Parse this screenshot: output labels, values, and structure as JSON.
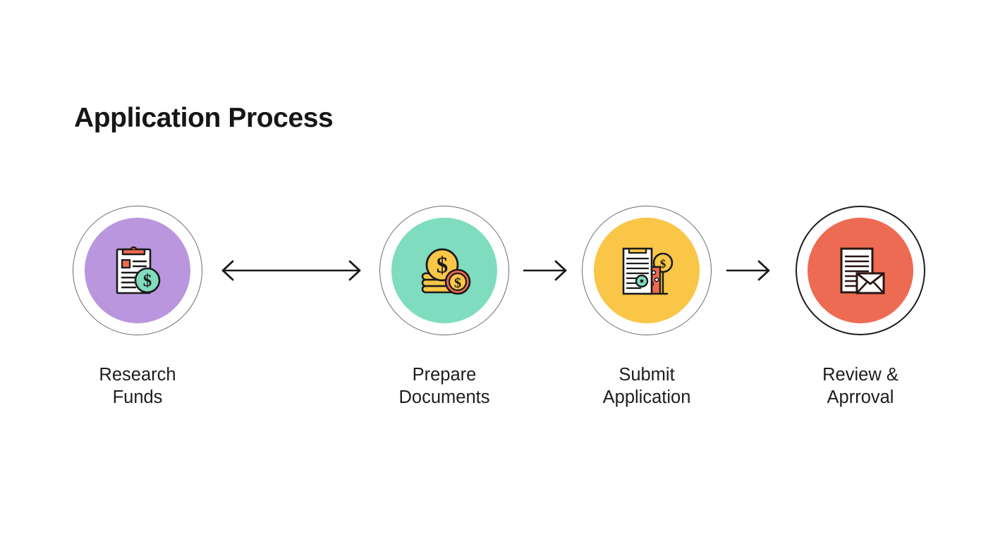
{
  "page": {
    "title": "Application Process",
    "background_color": "#ffffff",
    "text_color": "#1d1d1d"
  },
  "steps": [
    {
      "index": 1,
      "label_line1": "Research",
      "label_line2": "Funds",
      "fill_color": "#ba96de",
      "ring_color": "#6b6b6b",
      "ring_style": "thin",
      "icon_name": "clipboard-dollar-icon",
      "icon_description": "Clipboard document with red clip and green dollar coin"
    },
    {
      "index": 2,
      "label_line1": "Prepare",
      "label_line2": "Documents",
      "fill_color": "#7fdcbe",
      "ring_color": "#6b6b6b",
      "ring_style": "thin",
      "icon_name": "coins-stack-icon",
      "icon_description": "Stack of gold dollar coins with a red coin in front"
    },
    {
      "index": 3,
      "label_line1": "Submit",
      "label_line2": "Application",
      "fill_color": "#f9c648",
      "ring_color": "#6b6b6b",
      "ring_style": "thin",
      "icon_name": "application-form-icon",
      "icon_description": "Lined form document with red flag and dollar coin on a stand"
    },
    {
      "index": 4,
      "label_line1": "Review &",
      "label_line2": "Aprroval",
      "fill_color": "#ee6b53",
      "ring_color": "#1d1d1d",
      "ring_style": "strong",
      "icon_name": "document-envelope-icon",
      "icon_description": "Lined document with an envelope overlapping"
    }
  ],
  "connectors": [
    {
      "index": 1,
      "name": "arrow-bidirectional",
      "direction": "both",
      "color": "#1a1a1a"
    },
    {
      "index": 2,
      "name": "arrow-right",
      "direction": "right",
      "color": "#1a1a1a"
    },
    {
      "index": 3,
      "name": "arrow-right",
      "direction": "right",
      "color": "#1a1a1a"
    }
  ]
}
